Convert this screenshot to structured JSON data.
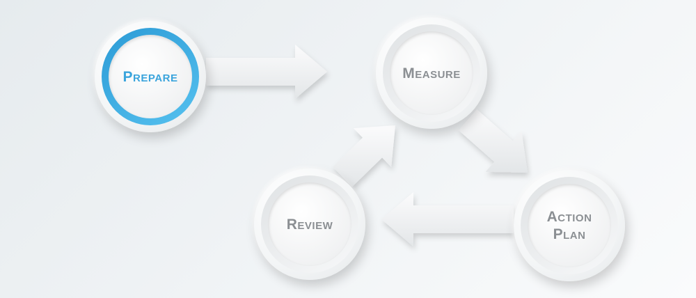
{
  "diagram": {
    "nodes": [
      {
        "id": "prepare",
        "lines": [
          "Prepare"
        ],
        "active": true
      },
      {
        "id": "measure",
        "lines": [
          "Measure"
        ],
        "active": false
      },
      {
        "id": "action-plan",
        "lines": [
          "Action",
          "Plan"
        ],
        "active": false
      },
      {
        "id": "review",
        "lines": [
          "Review"
        ],
        "active": false
      }
    ],
    "edges": [
      {
        "from": "prepare",
        "to": "measure"
      },
      {
        "from": "measure",
        "to": "action-plan"
      },
      {
        "from": "action-plan",
        "to": "review"
      },
      {
        "from": "review",
        "to": "measure"
      }
    ],
    "colors": {
      "accent": "#3aa4dc",
      "ring_accent": "#4db8ea",
      "label": "#8b8f93"
    }
  }
}
